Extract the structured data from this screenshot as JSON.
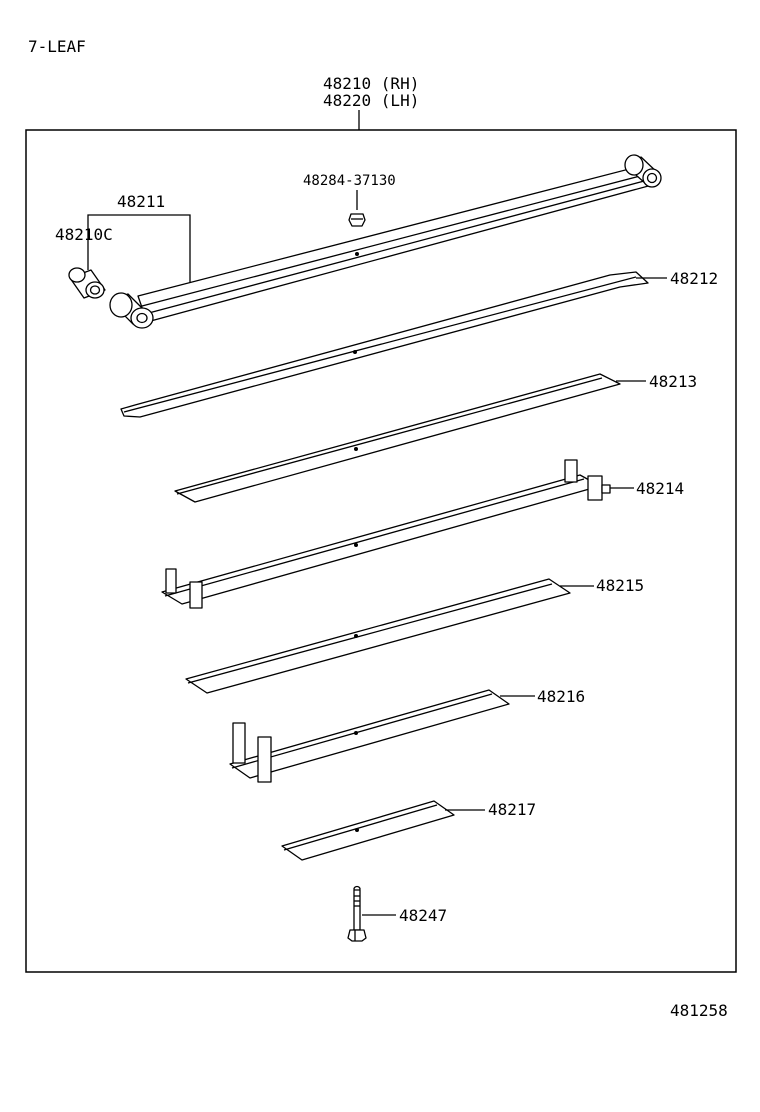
{
  "header": {
    "config_label": "7-LEAF"
  },
  "assembly": {
    "part_rh": "48210 (RH)",
    "part_lh": "48220 (LH)"
  },
  "parts": {
    "bushing_group": "48211",
    "bushing": "48210C",
    "nut": "48284-37130",
    "leaf_2": "48212",
    "leaf_3": "48213",
    "leaf_4": "48214",
    "leaf_5": "48215",
    "leaf_6": "48216",
    "leaf_7": "48217",
    "center_bolt": "48247"
  },
  "footer": {
    "figure_number": "481258"
  }
}
